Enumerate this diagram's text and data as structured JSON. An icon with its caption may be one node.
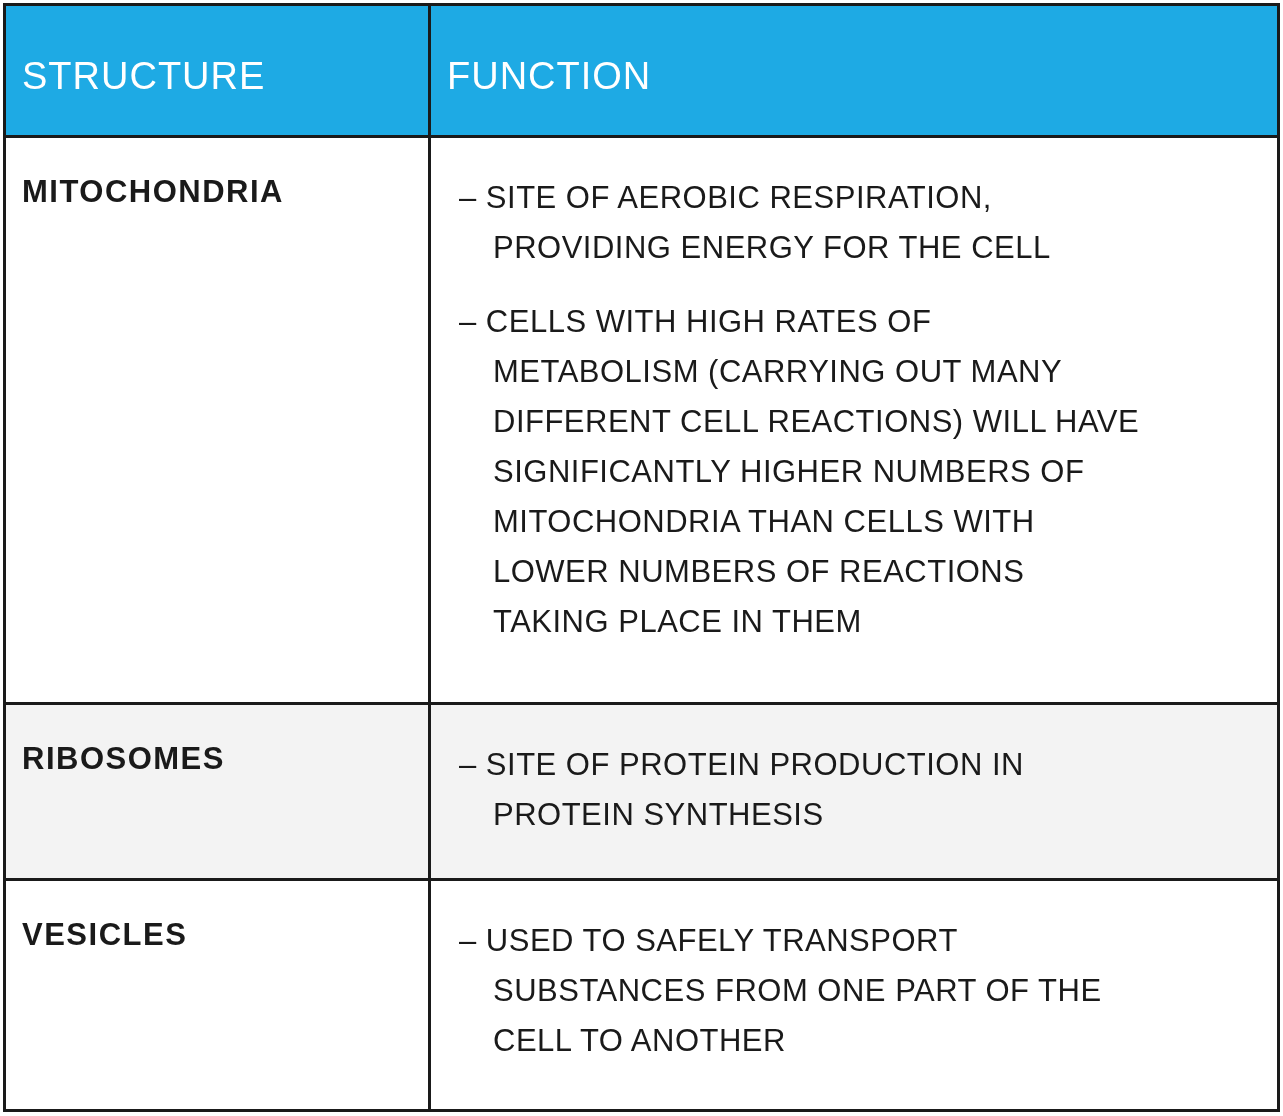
{
  "diagram": {
    "labels": [
      "STRUCTURE",
      "FUNCTION",
      "MITOCHONDRIA",
      "– SITE OF AEROBIC RESPIRATION, PROVIDING ENERGY FOR THE CELL",
      "– CELLS WITH HIGH RATES OF METABOLISM (CARRYING OUT MANY DIFFERENT CELL REACTIONS) WILL HAVE SIGNIFICANTLY HIGHER NUMBERS OF MITOCHONDRIA THAN CELLS WITH LOWER NUMBERS OF REACTIONS TAKING PLACE IN THEM",
      "RIBOSOMES",
      "– SITE OF PROTEIN PRODUCTION IN PROTEIN SYNTHESIS",
      "VESICLES",
      "– USED TO SAFELY TRANSPORT SUBSTANCES FROM ONE PART OF THE CELL TO ANOTHER"
    ]
  }
}
